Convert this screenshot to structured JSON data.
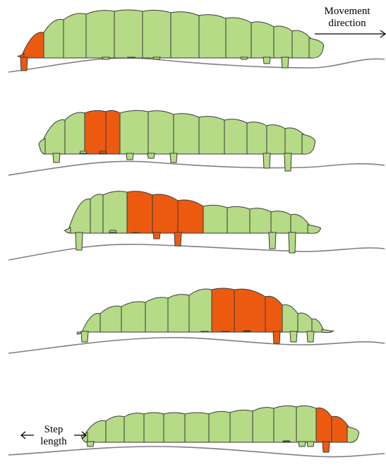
{
  "labels": {
    "movement_line1": "Movement",
    "movement_line2": "direction",
    "step_line1": "Step",
    "step_line2": "length"
  },
  "colors": {
    "body": "#b5db86",
    "contracted_segment": "#ec5a10",
    "outline": "#3a3a3a",
    "ground": "#808080"
  },
  "frames": [
    {
      "id": "frame-1",
      "contracted_segments": [
        1
      ]
    },
    {
      "id": "frame-2",
      "contracted_segments": [
        3,
        4
      ]
    },
    {
      "id": "frame-3",
      "contracted_segments": [
        4,
        5,
        6
      ]
    },
    {
      "id": "frame-4",
      "contracted_segments": [
        7,
        8,
        9
      ]
    },
    {
      "id": "frame-5",
      "contracted_segments": [
        12,
        13
      ]
    }
  ]
}
